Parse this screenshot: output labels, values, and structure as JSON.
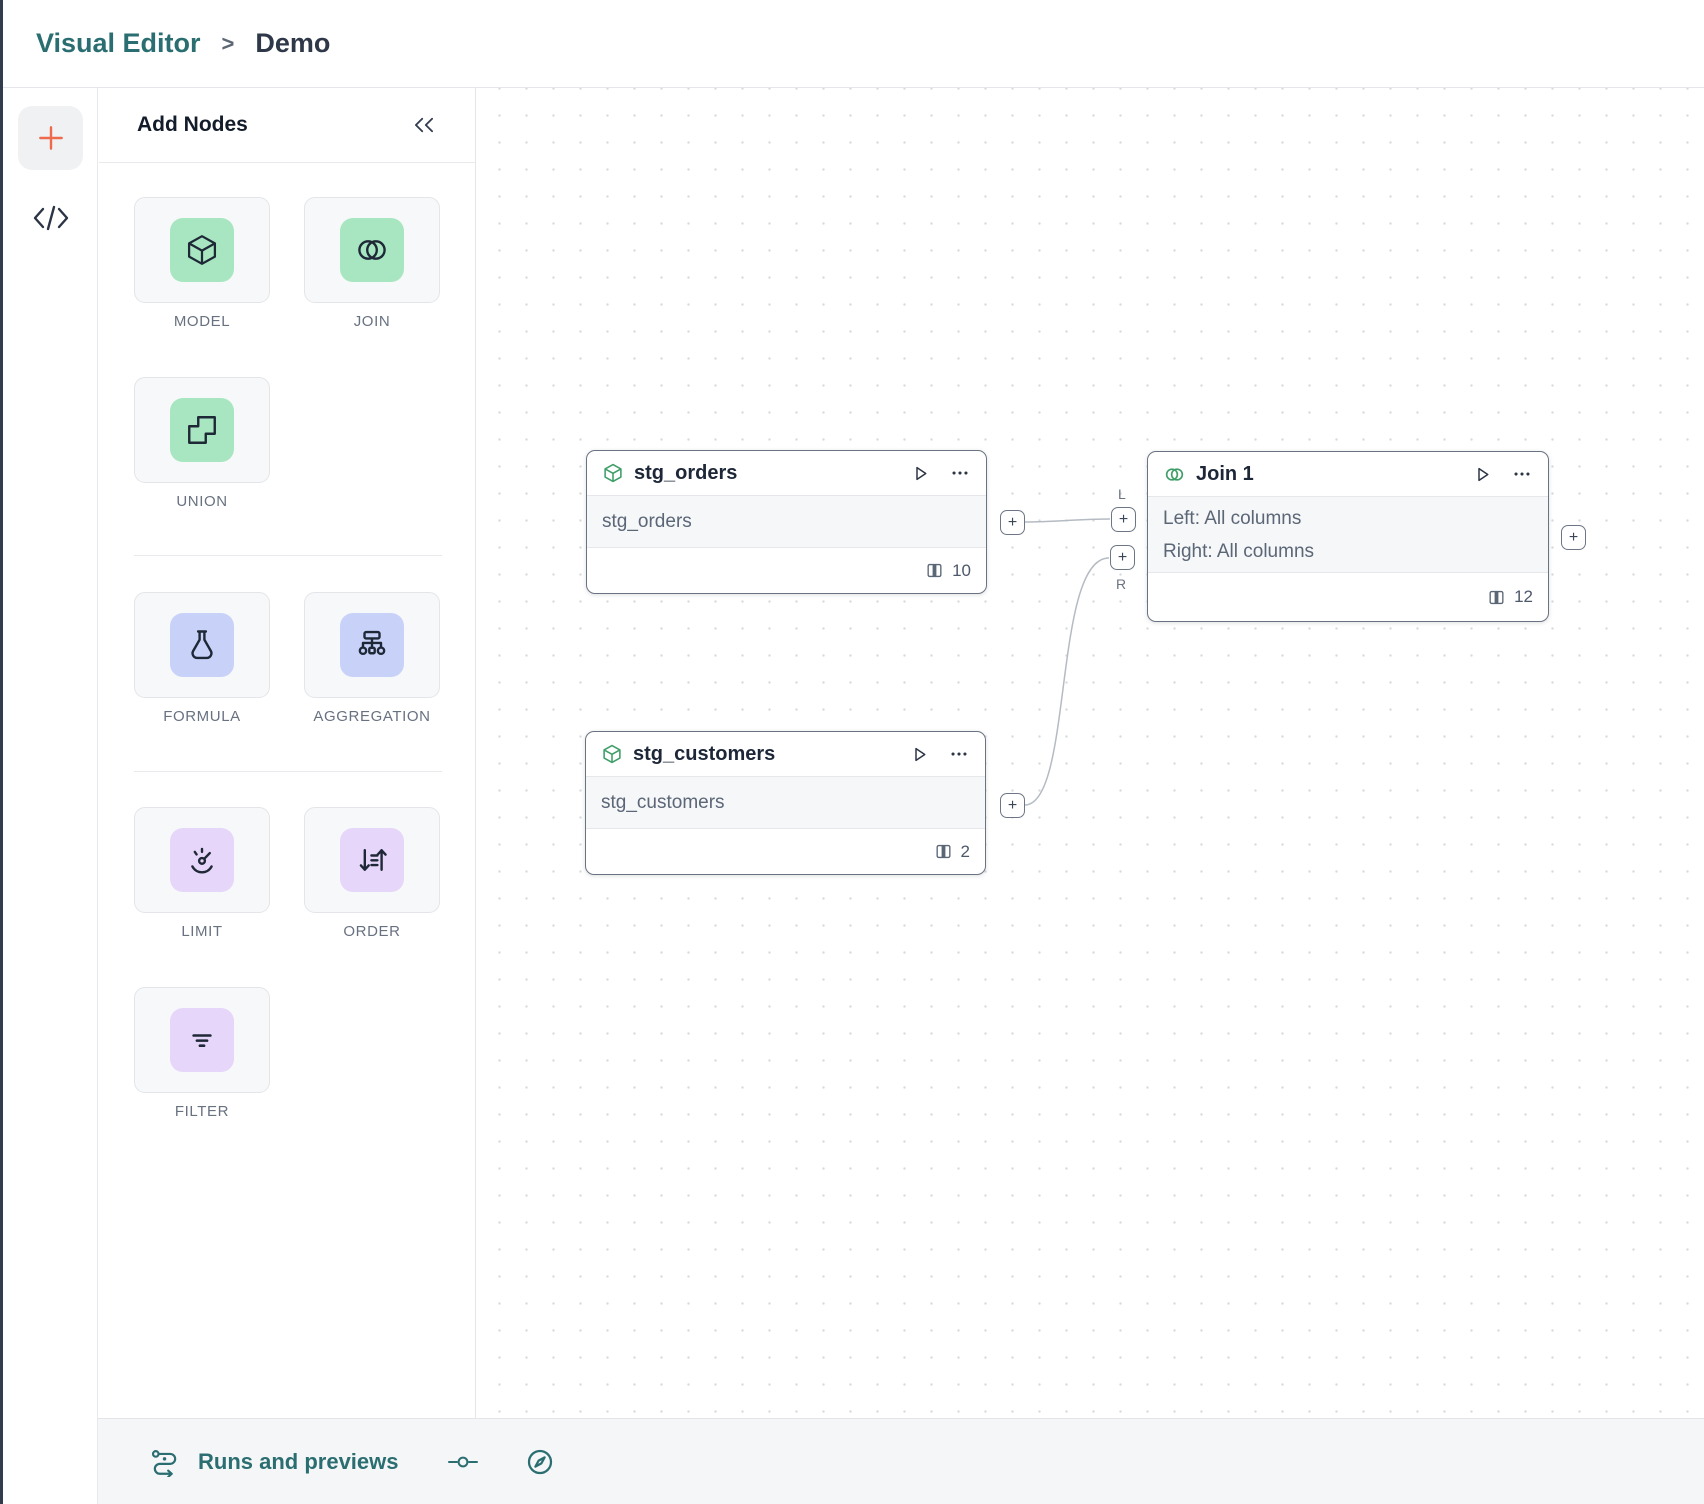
{
  "breadcrumb": {
    "section": "Visual Editor",
    "separator": ">",
    "page": "Demo"
  },
  "panel": {
    "title": "Add Nodes",
    "groups": [
      {
        "tiles": [
          {
            "label": "MODEL"
          },
          {
            "label": "JOIN"
          },
          {
            "label": "UNION"
          }
        ]
      },
      {
        "tiles": [
          {
            "label": "FORMULA"
          },
          {
            "label": "AGGREGATION"
          }
        ]
      },
      {
        "tiles": [
          {
            "label": "LIMIT"
          },
          {
            "label": "ORDER"
          },
          {
            "label": "FILTER"
          }
        ]
      }
    ]
  },
  "canvas": {
    "port_plus": "+",
    "nodes": {
      "stg_orders": {
        "title": "stg_orders",
        "subtitle": "stg_orders",
        "column_count": "10"
      },
      "stg_customers": {
        "title": "stg_customers",
        "subtitle": "stg_customers",
        "column_count": "2"
      },
      "join": {
        "title": "Join 1",
        "left_line": "Left: All columns",
        "right_line": "Right: All columns",
        "column_count": "12",
        "left_port_label": "L",
        "right_port_label": "R"
      }
    }
  },
  "statusbar": {
    "runs_label": "Runs and previews"
  },
  "colors": {
    "accent_teal": "#2b6e71",
    "accent_coral": "#ee6a4d",
    "mint": "#a7e6c0",
    "periwinkle": "#c8d2f8",
    "purple": "#e6d6f9",
    "node_border": "#6a7382"
  }
}
